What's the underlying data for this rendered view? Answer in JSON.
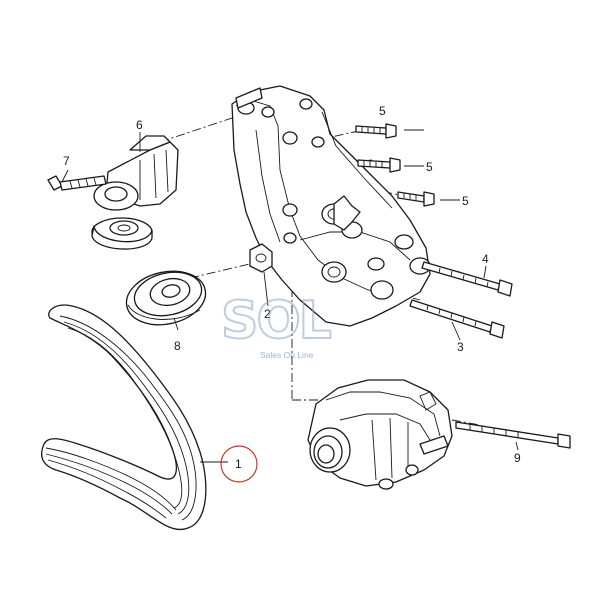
{
  "diagram": {
    "callouts": {
      "belt": "1",
      "bracket": "2",
      "bolt_long": "3",
      "bolt_medium": "4",
      "bolt_short_a": "5",
      "bolt_short_b": "5",
      "bolt_short_c": "5",
      "tensioner": "6",
      "tensioner_bolt": "7",
      "idler_pulley": "8",
      "alternator_bolt": "9"
    },
    "highlight_color": "#c0392b"
  },
  "watermark": {
    "logo_text": "SOL",
    "tagline": "Sales On Line",
    "color": "#8aa3c2"
  }
}
